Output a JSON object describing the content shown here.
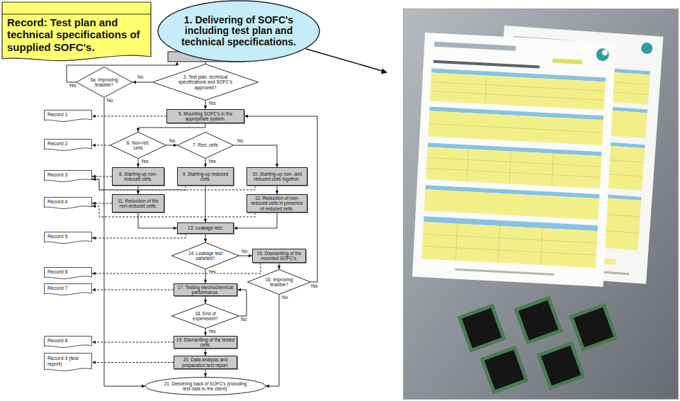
{
  "diagram": {
    "nodes": [
      {
        "text": [
          "Record: Test plan and technical specifications of supplied SOFC's."
        ]
      },
      {
        "text": [
          "1. Delivering of SOFC's including test plan and technical specifications."
        ]
      },
      {
        "text": [
          "3a. Improving feasible?"
        ]
      },
      {
        "text": [
          "3. Test plan, technical specifications and SOFC's approved?"
        ]
      },
      {
        "text": [
          "Record 1"
        ]
      },
      {
        "text": [
          "5. Mounting SOFC's in the appropriate system."
        ]
      },
      {
        "text": [
          "Record 2"
        ]
      },
      {
        "text": [
          "6. Non-red. cells"
        ]
      },
      {
        "text": [
          "7. Red. cells"
        ]
      },
      {
        "text": [
          "Record 3"
        ]
      },
      {
        "text": [
          "8. Starting-up non-reduced cells."
        ]
      },
      {
        "text": [
          "9. Starting-up reduced cells."
        ]
      },
      {
        "text": [
          "10. Starting-up non- and reduced cells together."
        ]
      },
      {
        "text": [
          "Record 4"
        ]
      },
      {
        "text": [
          "11. Reduction of the non-reduced cells."
        ]
      },
      {
        "text": [
          "12. Reduction of non-reduced cells in presence of reduced cells."
        ]
      },
      {
        "text": [
          "Record 5"
        ]
      },
      {
        "text": [
          "13. Leakage test."
        ]
      },
      {
        "text": [
          "14. Leakage test satisfied?"
        ]
      },
      {
        "text": [
          "15. Dismantling of the mounted SOFC's."
        ]
      },
      {
        "text": [
          "Record 6"
        ]
      },
      {
        "text": [
          "16. Improving feasible?"
        ]
      },
      {
        "text": [
          "Record 7"
        ]
      },
      {
        "text": [
          "17. Testing electrochemical performance."
        ]
      },
      {
        "text": [
          "18. End of experiment?"
        ]
      },
      {
        "text": [
          "Record 8"
        ]
      },
      {
        "text": [
          "19. Dismantling of the tested cells."
        ]
      },
      {
        "text": [
          "Record 9 (test report)"
        ]
      },
      {
        "text": [
          "20. Data analysis and preparation test report."
        ]
      },
      {
        "text": [
          "21. Delivering back of SOFC's (including test data to the client)."
        ]
      }
    ],
    "edges": [
      {
        "from": 3,
        "to": 2,
        "arrow": "to",
        "label": "No"
      },
      {
        "from": 3,
        "to": 5,
        "arrow": "to",
        "label": "Yes"
      },
      {
        "from": 2,
        "to": 29,
        "arrow": "to",
        "label": "No"
      },
      {
        "from": 5,
        "to": 7,
        "arrow": "to"
      },
      {
        "from": 7,
        "to": 8,
        "arrow": "to",
        "label": "No"
      },
      {
        "from": 7,
        "to": 10,
        "arrow": "to",
        "label": "Yes"
      },
      {
        "from": 8,
        "to": 11,
        "arrow": "to",
        "label": "Yes"
      },
      {
        "from": 8,
        "to": 12,
        "arrow": "to",
        "label": "No"
      },
      {
        "from": 10,
        "to": 14,
        "arrow": "to"
      },
      {
        "from": 11,
        "to": 17,
        "arrow": "to"
      },
      {
        "from": 12,
        "to": 15,
        "arrow": "to"
      },
      {
        "from": 14,
        "to": 17,
        "arrow": "to"
      },
      {
        "from": 15,
        "to": 17,
        "arrow": "to"
      },
      {
        "from": 17,
        "to": 18,
        "arrow": "to"
      },
      {
        "from": 18,
        "to": 19,
        "arrow": "to",
        "label": "No"
      },
      {
        "from": 18,
        "to": 23,
        "arrow": "to",
        "label": "Yes"
      },
      {
        "from": 19,
        "to": 21,
        "arrow": "to"
      },
      {
        "from": 21,
        "to": 5,
        "arrow": "to",
        "label": "Yes"
      },
      {
        "from": 21,
        "to": 29,
        "arrow": "to",
        "label": "No"
      },
      {
        "from": 23,
        "to": 24,
        "arrow": "to"
      },
      {
        "from": 24,
        "to": 23,
        "arrow": "to",
        "label": "No"
      },
      {
        "from": 24,
        "to": 26,
        "arrow": "to",
        "label": "Yes"
      },
      {
        "from": 26,
        "to": 28,
        "arrow": "to"
      },
      {
        "from": 28,
        "to": 29,
        "arrow": "to"
      },
      {
        "from": 5,
        "to": 4,
        "arrow": "to"
      },
      {
        "from": 7,
        "to": 6,
        "arrow": "to"
      },
      {
        "from": 10,
        "to": 9,
        "arrow": "to"
      },
      {
        "from": 11,
        "to": 9,
        "arrow": "to"
      },
      {
        "from": 12,
        "to": 9,
        "arrow": "to"
      },
      {
        "from": 14,
        "to": 13,
        "arrow": "to"
      },
      {
        "from": 15,
        "to": 13,
        "arrow": "to"
      },
      {
        "from": 17,
        "to": 16,
        "arrow": "to"
      },
      {
        "from": 19,
        "to": 20,
        "arrow": "to"
      },
      {
        "from": 23,
        "to": 22,
        "arrow": "to"
      },
      {
        "from": 26,
        "to": 25,
        "arrow": "to"
      },
      {
        "from": 28,
        "to": 27,
        "arrow": "to"
      }
    ],
    "labels": [
      "Yes"
    ]
  }
}
